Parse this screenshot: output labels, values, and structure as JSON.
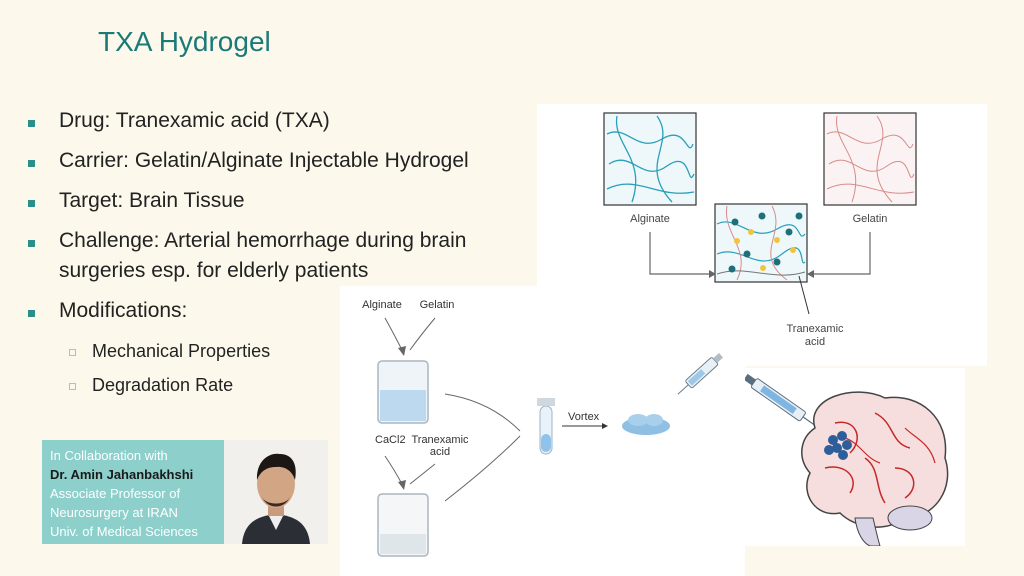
{
  "slide": {
    "title": "TXA Hydrogel",
    "bullets": [
      "Drug: Tranexamic acid (TXA)",
      "Carrier: Gelatin/Alginate Injectable Hydrogel",
      "Target: Brain Tissue",
      "Challenge: Arterial hemorrhage during brain surgeries esp. for elderly patients",
      "Modifications:"
    ],
    "sub_bullets": [
      "Mechanical Properties",
      "Degradation Rate"
    ]
  },
  "diagram_top": {
    "label_left": "Alginate",
    "label_right": "Gelatin",
    "label_bottom_1": "Tranexamic",
    "label_bottom_2": "acid"
  },
  "diagram_bottom": {
    "label_alginate": "Alginate",
    "label_gelatin": "Gelatin",
    "label_cacl2": "CaCl2",
    "label_txa_1": "Tranexamic",
    "label_txa_2": "acid",
    "label_vortex": "Vortex"
  },
  "collaboration": {
    "line1": "In Collaboration with",
    "name": "Dr. Amin Jahanbakhshi",
    "line3": "Associate Professor of",
    "line4": "Neurosurgery at IRAN",
    "line5": "Univ. of Medical Sciences"
  },
  "colors": {
    "title": "#1b7a78",
    "bullet": "#2a8f88",
    "collab_bg": "#8ccfcb",
    "background": "#fcf9ec"
  }
}
